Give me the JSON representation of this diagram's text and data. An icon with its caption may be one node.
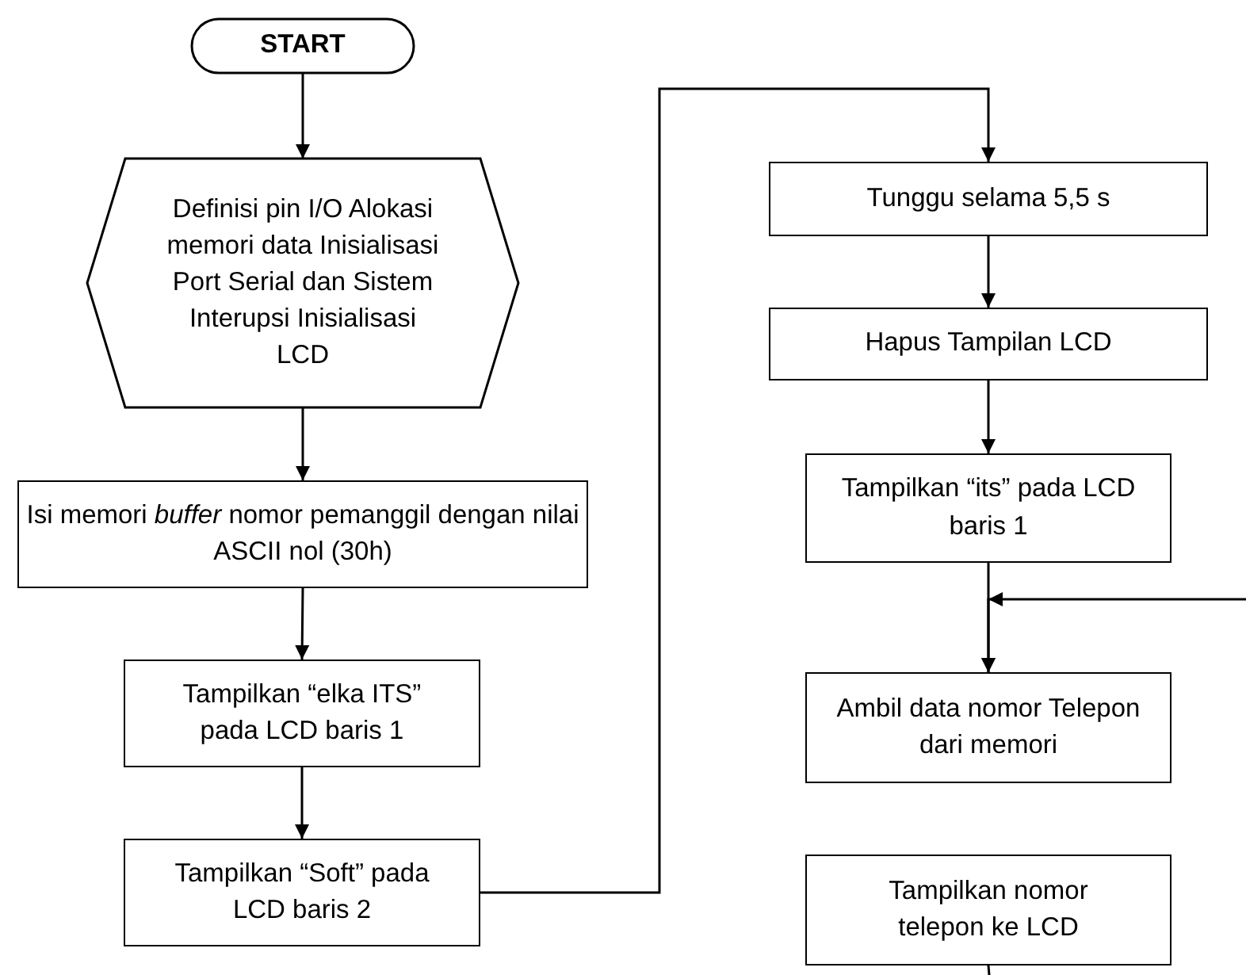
{
  "diagram": {
    "nodes": [
      {
        "text": [
          "START"
        ]
      },
      {
        "text": [
          "Definisi pin I/O Alokasi memori data Inisialisasi Port Serial dan Sistem Interupsi Inisialisasi LCD"
        ]
      },
      {
        "text": [
          "Isi memori *buffer* nomor pemanggil dengan nilai ASCII nol (30h)"
        ]
      },
      {
        "text": [
          "Tampilkan “elka ITS” pada LCD baris 1"
        ]
      },
      {
        "text": [
          "Tampilkan “Soft” pada LCD baris 2"
        ]
      },
      {
        "text": [
          "Tunggu selama 5,5 s"
        ]
      },
      {
        "text": [
          "Hapus Tampilan LCD"
        ]
      },
      {
        "text": [
          "Tampilkan “its” pada LCD baris 1"
        ]
      },
      {
        "text": [
          "Ambil data nomor Telepon dari memori"
        ]
      },
      {
        "text": [
          "Tampilkan nomor telepon ke LCD"
        ]
      }
    ],
    "edges": [
      {
        "from": 0,
        "to": 1,
        "arrow": "to"
      },
      {
        "from": 1,
        "to": 2,
        "arrow": "to"
      },
      {
        "from": 2,
        "to": 3,
        "arrow": "to"
      },
      {
        "from": 3,
        "to": 4,
        "arrow": "to"
      },
      {
        "from": 4,
        "to": 5,
        "arrow": "to"
      },
      {
        "from": 5,
        "to": 6,
        "arrow": "to"
      },
      {
        "from": 6,
        "to": 7,
        "arrow": "to"
      },
      {
        "from": 7,
        "to": 8,
        "arrow": "to"
      },
      {
        "from": null,
        "to": 8,
        "arrow": "to"
      },
      {
        "from": 9,
        "to": null,
        "arrow": "none"
      }
    ]
  }
}
